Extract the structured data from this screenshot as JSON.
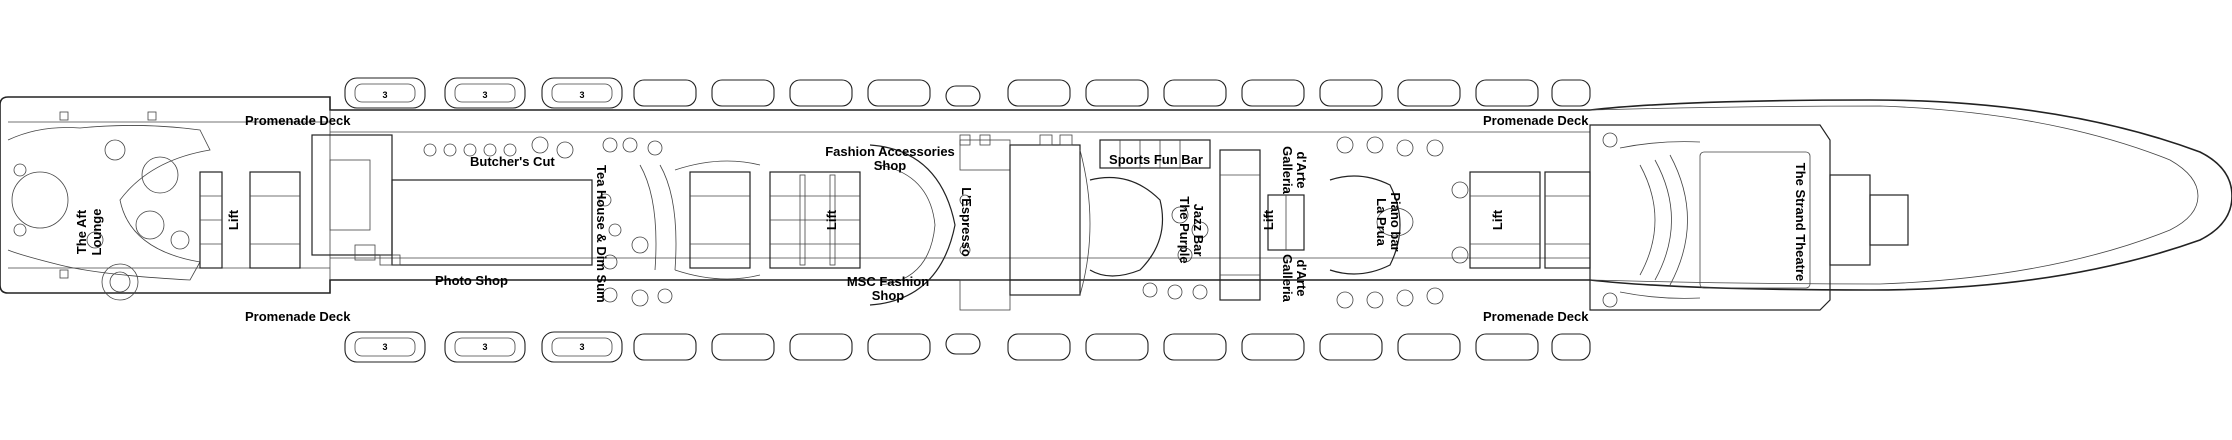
{
  "deck_plan": {
    "labels": {
      "promenade_deck": "Promenade Deck",
      "the_aft_lounge": [
        "The Aft",
        "Lounge"
      ],
      "lift": "Lift",
      "butchers_cut": "Butcher's Cut",
      "tea_house": "Tea House & Dim Sum",
      "photo_shop": "Photo Shop",
      "fashion_accessories": [
        "Fashion Accessories",
        "Shop"
      ],
      "lespresso": "L'Espresso",
      "msc_fashion": [
        "MSC Fashion",
        "Shop"
      ],
      "sports_fun_bar": "Sports Fun Bar",
      "purple_jazz_bar": [
        "The Purple",
        "Jazz Bar"
      ],
      "galleria_darte": [
        "Galleria",
        "d'Arte"
      ],
      "la_prua": [
        "La Prua",
        "Piano bar"
      ],
      "strand_theatre": "The Strand Theatre",
      "lifeboat_number": "3"
    },
    "colors": {
      "line": "#222222",
      "background": "#ffffff"
    }
  }
}
